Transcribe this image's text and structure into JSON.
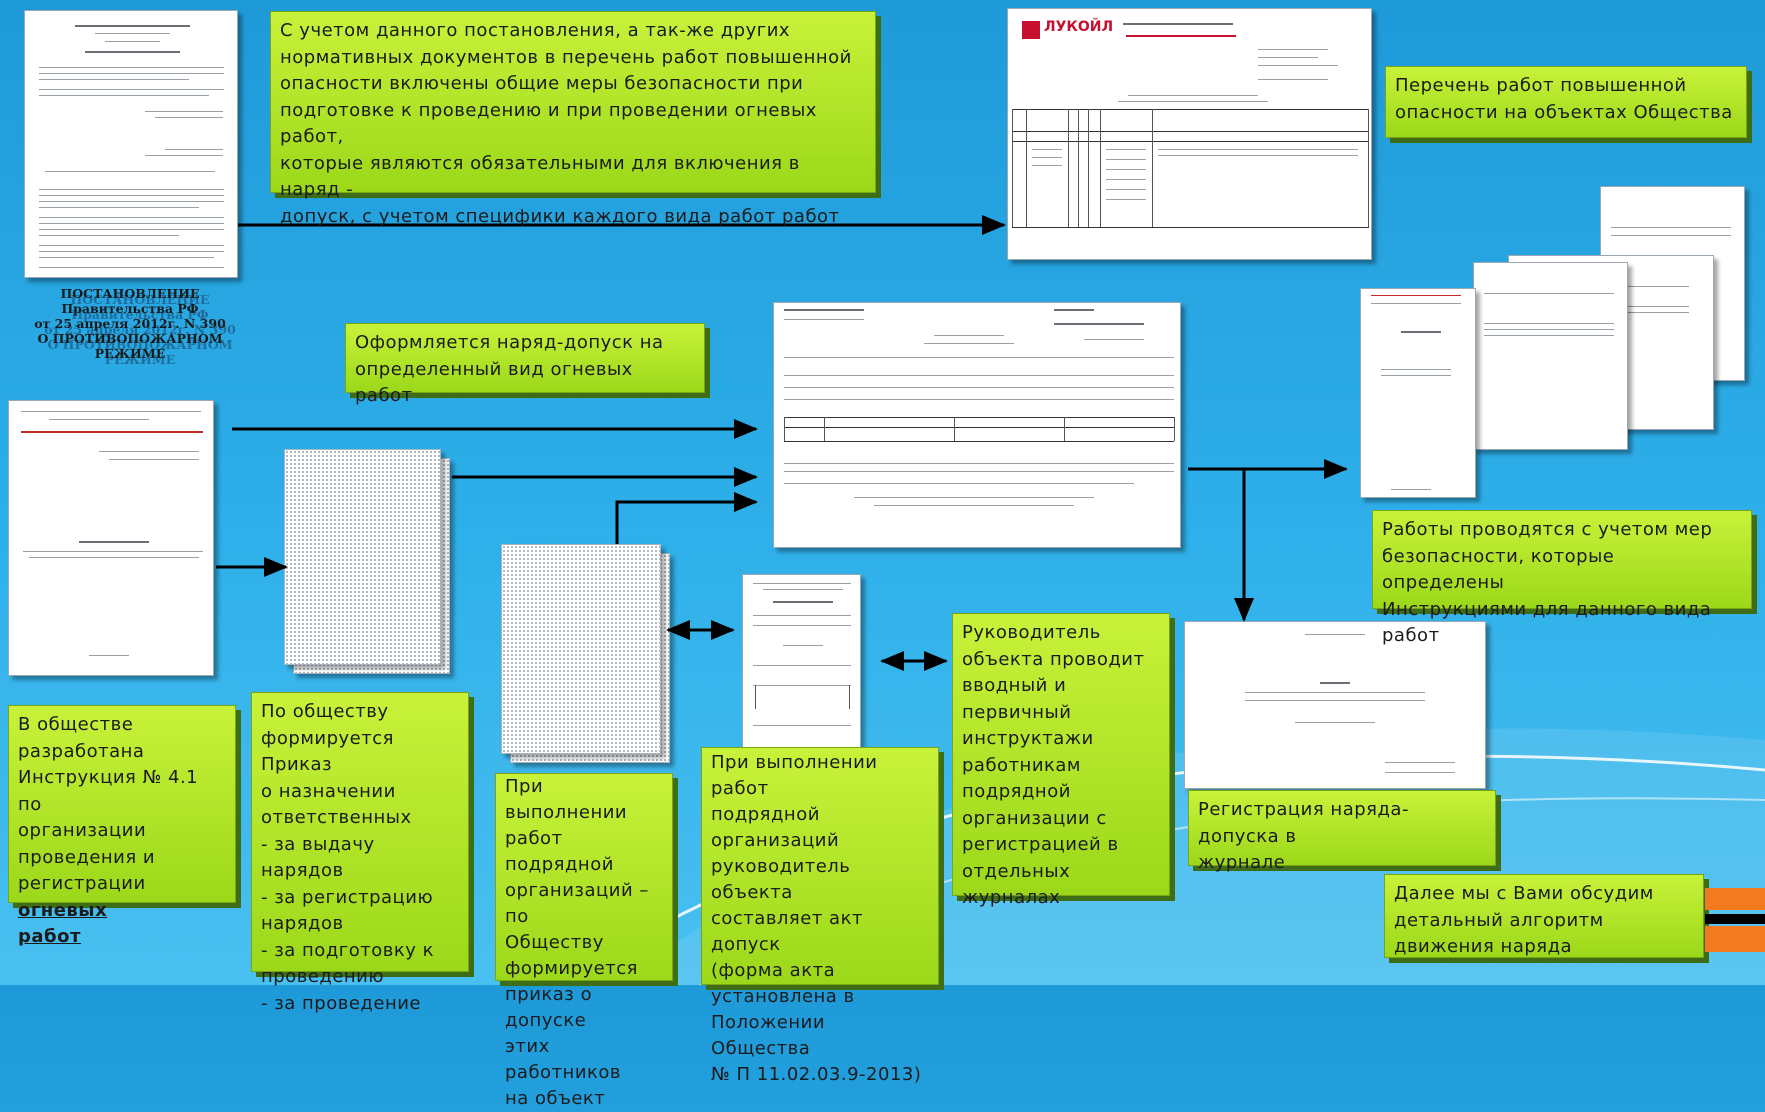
{
  "colors": {
    "background": "#2fb0ea",
    "note_fill": "#b4e82a",
    "note_shadow": "#3d6e17",
    "arrow": "#000000"
  },
  "doc_caption": "ПОСТАНОВЛЕНИЕ\nПравительства РФ\nот 25 апреля 2012г. N 390\nО ПРОТИВОПОЖАРНОМ\nРЕЖИМЕ",
  "lukoil_logo": "ЛУКОЙЛ",
  "notes": {
    "top": "С учетом данного постановления, а так-же других\nнормативных документов в перечень работ повышенной\nопасности включены общие меры безопасности при\nподготовке к проведению и при проведении огневых работ,\nкоторые являются обязательными для включения в наряд -\nдопуск, с учетом специфики каждого вида работ работ",
    "list": "Перечень работ повышенной\nопасности на объектах Общества",
    "naryad": "Оформляется наряд-допуск на\nопределенный вид огневых работ",
    "safety": "Работы проводятся с учетом мер\nбезопасности, которые определены\nИнструкциями  для данного вида работ",
    "instruction_prefix": "В обществе\nразработана\nИнструкция № 4.1 по\nорганизации\nпроведения и\nрегистрации ",
    "instruction_link": "огневых\nработ",
    "order": "По обществу\nформируется Приказ\nо назначении\nответственных\n- за выдачу нарядов\n- за регистрацию\nнарядов\n- за подготовку к\nпроведению\n- за проведение",
    "contractor_order": "При выполнении\nработ подрядной\nорганизаций – по\nОбществу\nформируется\nприказ о допуске\nэтих работников\nна объект",
    "act": "При выполнении работ\nподрядной\nорганизаций\nруководитель объекта\nсоставляет акт допуск\n(форма акта\nустановлена в\nПоложении Общества\n№ П 11.02.03.9-2013)",
    "briefing": "Руководитель\nобъекта проводит\nвводный и\nпервичный\nинструктажи\nработникам\nподрядной\nорганизации с\nрегистрацией в\nотдельных журналах",
    "journal": "Регистрация наряда-допуска в\nжурнале",
    "next": "Далее мы с Вами обсудим\nдетальный алгоритм\nдвижения наряда"
  }
}
